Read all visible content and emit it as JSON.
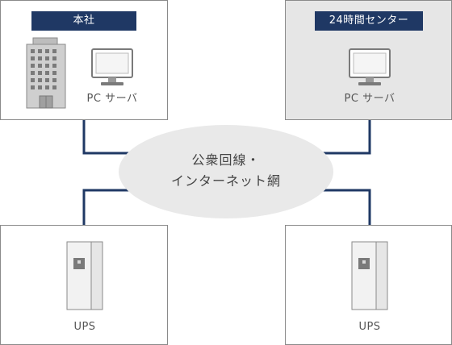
{
  "sites": {
    "head_office": {
      "title": "本社",
      "caption": "PC サーバ",
      "icons": [
        "office-building-icon",
        "pc-monitor-icon"
      ]
    },
    "center_24h": {
      "title": "24時間センター",
      "caption": "PC サーバ",
      "icons": [
        "pc-monitor-icon"
      ]
    },
    "ups_left": {
      "caption": "UPS",
      "icons": [
        "ups-unit-icon"
      ]
    },
    "ups_right": {
      "caption": "UPS",
      "icons": [
        "ups-unit-icon"
      ]
    }
  },
  "network": {
    "line1": "公衆回線・",
    "line2": "インターネット網"
  },
  "colors": {
    "title_bar": "#1f3864",
    "connector": "#1f3864",
    "panel_border": "#8a8a8a",
    "gray_panel": "#e6e6e6",
    "ellipse": "#e9e9e9"
  }
}
